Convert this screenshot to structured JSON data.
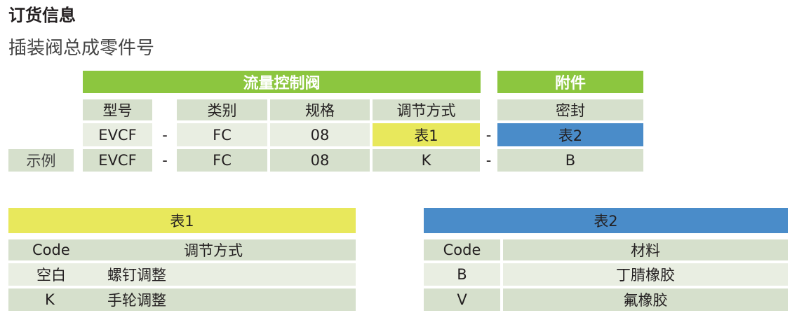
{
  "title": "订货信息",
  "subtitle": "插装阀总成零件号",
  "order": {
    "group1": "流量控制阀",
    "group2": "附件",
    "headers": [
      "型号",
      "类别",
      "规格",
      "调节方式",
      "密封"
    ],
    "row1": [
      "EVCF",
      "-",
      "FC",
      "08",
      "表1",
      "-",
      "表2"
    ],
    "example_label": "示例",
    "row2": [
      "EVCF",
      "-",
      "FC",
      "08",
      "K",
      "-",
      "B"
    ]
  },
  "table1": {
    "title": "表1",
    "headers": [
      "Code",
      "调节方式"
    ],
    "rows": [
      [
        "空白",
        "螺钉调整"
      ],
      [
        "K",
        "手轮调整"
      ]
    ]
  },
  "table2": {
    "title": "表2",
    "headers": [
      "Code",
      "材料"
    ],
    "rows": [
      [
        "B",
        "丁腈橡胶"
      ],
      [
        "V",
        "氟橡胶"
      ]
    ]
  },
  "colors": {
    "green": "#8cc63f",
    "yellow": "#e8e85c",
    "blue": "#4a8cc9"
  }
}
